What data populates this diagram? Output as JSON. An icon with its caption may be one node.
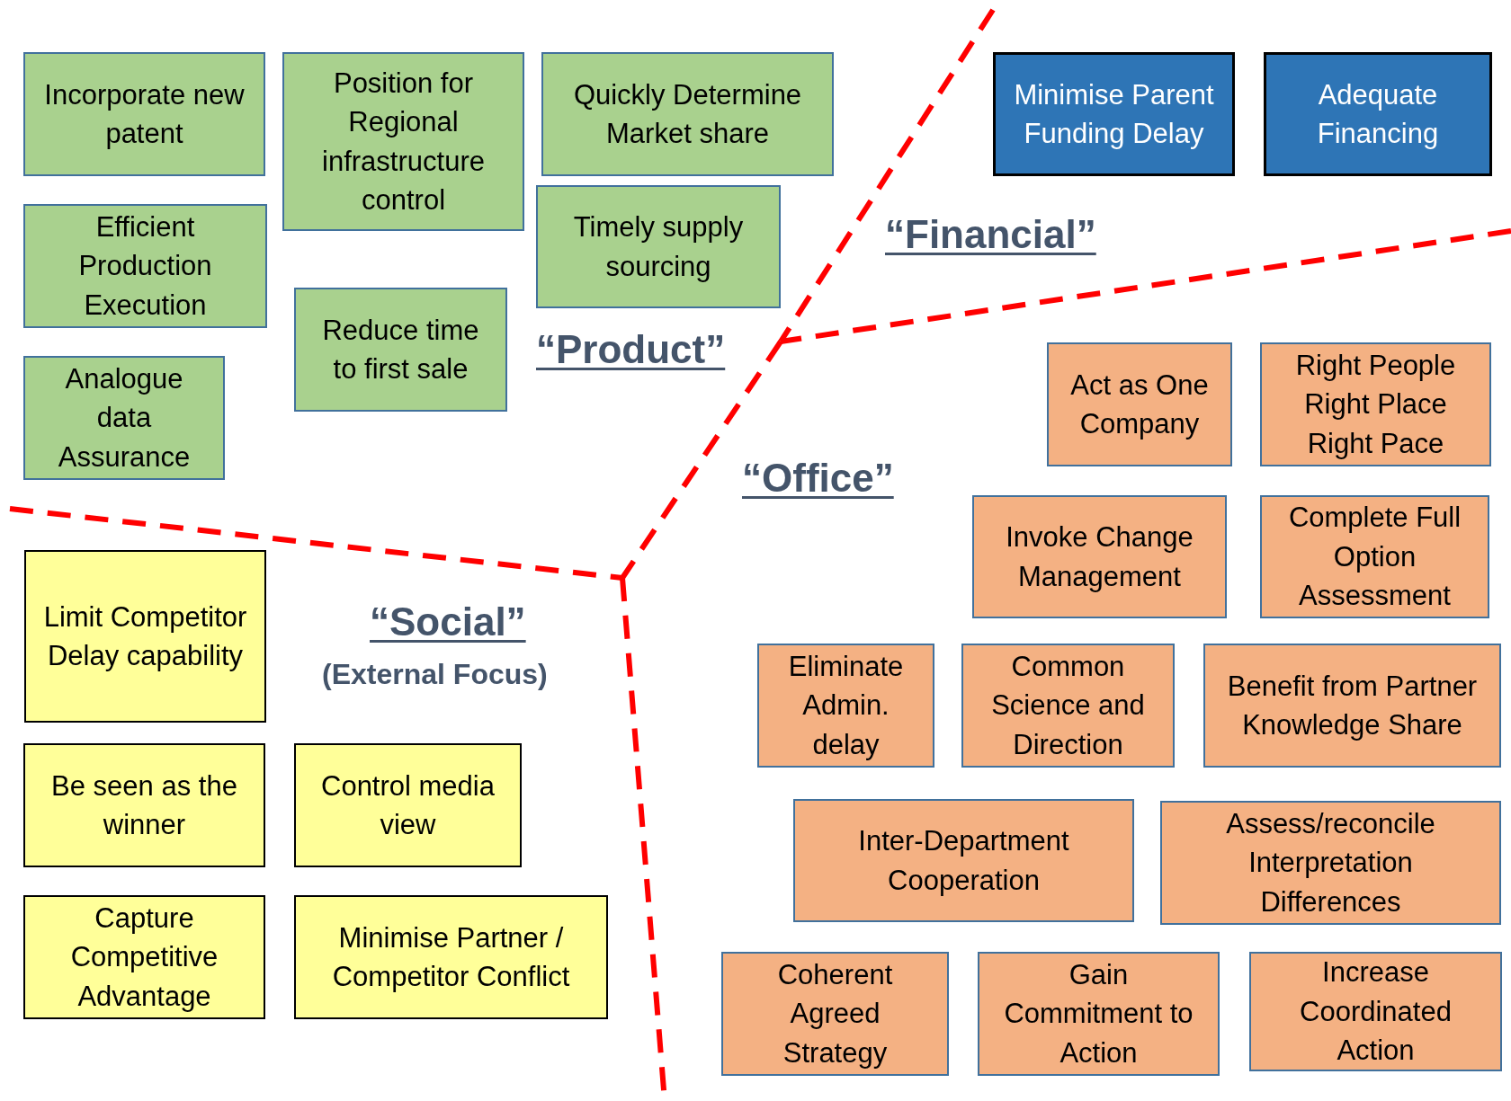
{
  "diagram": {
    "nodes": [
      {
        "text": [
          "Incorporate new patent"
        ]
      },
      {
        "text": [
          "Position for Regional infrastructure control"
        ]
      },
      {
        "text": [
          "Quickly Determine Market share"
        ]
      },
      {
        "text": [
          "Efficient Production Execution"
        ]
      },
      {
        "text": [
          "Timely supply sourcing"
        ]
      },
      {
        "text": [
          "Reduce time to first sale"
        ]
      },
      {
        "text": [
          "Analogue data Assurance"
        ]
      },
      {
        "text": [
          "Minimise Parent Funding Delay"
        ]
      },
      {
        "text": [
          "Adequate Financing"
        ]
      },
      {
        "text": [
          "Act as One Company"
        ]
      },
      {
        "text": [
          "Right People Right Place Right Pace"
        ]
      },
      {
        "text": [
          "Invoke Change Management"
        ]
      },
      {
        "text": [
          "Complete Full Option Assessment"
        ]
      },
      {
        "text": [
          "Eliminate Admin. delay"
        ]
      },
      {
        "text": [
          "Common Science and Direction"
        ]
      },
      {
        "text": [
          "Benefit from Partner Knowledge Share"
        ]
      },
      {
        "text": [
          "Inter-Department Cooperation"
        ]
      },
      {
        "text": [
          "Assess/reconcile Interpretation Differences"
        ]
      },
      {
        "text": [
          "Coherent Agreed Strategy"
        ]
      },
      {
        "text": [
          "Gain Commitment to Action"
        ]
      },
      {
        "text": [
          "Increase Coordinated Action"
        ]
      },
      {
        "text": [
          "Limit Competitor Delay capability"
        ]
      },
      {
        "text": [
          "Be seen as the winner"
        ]
      },
      {
        "text": [
          "Control media view"
        ]
      },
      {
        "text": [
          "Capture Competitive Advantage"
        ]
      },
      {
        "text": [
          "Minimise Partner / Competitor Conflict"
        ]
      }
    ],
    "labels": [
      "“Financial”",
      "“Product”",
      "“Office”",
      "“Social”",
      "(External Focus)"
    ]
  }
}
